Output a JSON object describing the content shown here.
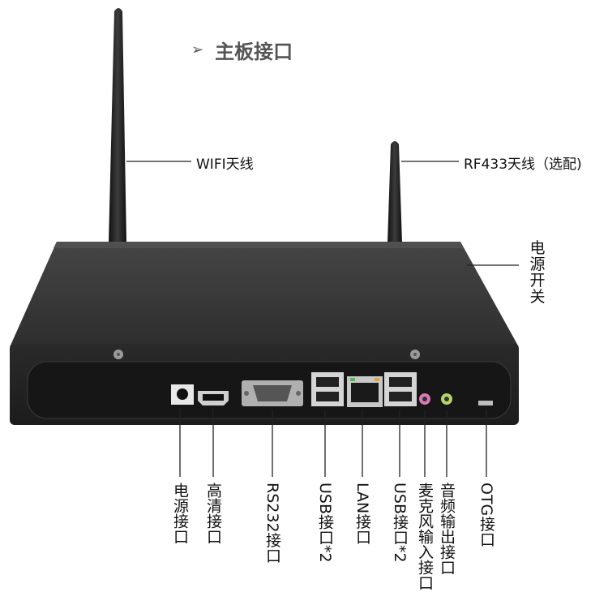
{
  "title": {
    "arrow_icon": "arrow-right-icon",
    "text": "主板接口"
  },
  "antenna_labels": {
    "wifi": "WIFI天线",
    "rf433": "RF433天线（选配)"
  },
  "power_switch_label": "电源开关",
  "port_labels": [
    "电源接口",
    "高清接口",
    "RS232接口",
    "USB接口*2",
    "LAN接口",
    "USB接口*2",
    "麦克风输入接口",
    "音频输出接口",
    "OTG接口"
  ],
  "colors": {
    "device_body": "#2b2b2b",
    "device_top": "#3a3a3a",
    "mic_jack": "#d97ab8",
    "audio_jack": "#b8d36a",
    "lan_led_green": "#49c04b",
    "lan_led_orange": "#e6a23a",
    "leader_line": "#222222"
  }
}
